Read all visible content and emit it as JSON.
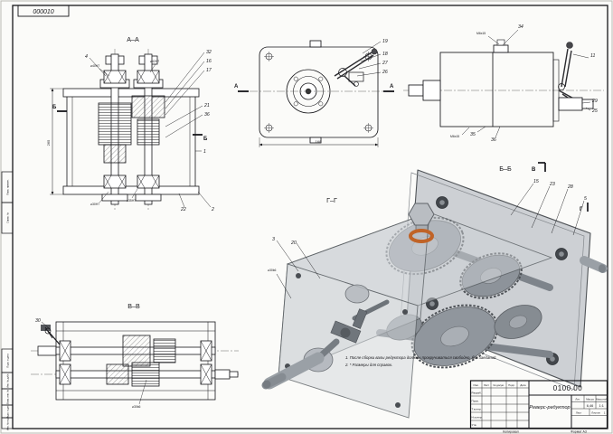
{
  "sheet": {
    "stamp": "000010",
    "copied": "Копировал",
    "format_note": "Формат A3"
  },
  "margin_labels": {
    "perv": "Перв. примен.",
    "sprav": "Справ. №",
    "podp1": "Подп. и дата",
    "inv_dubl": "Инв. № дубл.",
    "vzam": "Взам. инв. №",
    "podp2": "Подп. и дата",
    "inv_podl": "Инв. № подл."
  },
  "title_block": {
    "designation": "0100.00",
    "name": "Реверс-редуктор",
    "h_izm": "Изм.",
    "h_list": "Лист",
    "h_doc": "№ докум.",
    "h_podp": "Подп.",
    "h_data": "Дата",
    "r1": "Разраб.",
    "r2": "Пров.",
    "r3": "Т.контр.",
    "r4": "Н.контр.",
    "r5": "Утв.",
    "lit": "Лит.",
    "mass_h": "Масса",
    "scale_h": "Масштаб",
    "mass": "6,46",
    "scale": "1:1",
    "list_h": "Лист",
    "listov_h": "Листов",
    "listov_v": "1"
  },
  "notes": {
    "l1": "1. После сборки валы редуктора должны прокручиваться свободно, без заеданий.",
    "l2": "2. * Размеры для справок."
  },
  "view_aa": {
    "title": "А–А",
    "sec_left": "Б",
    "sec_right": "Б",
    "dim_height": "265",
    "dim1": "⌀40H7",
    "dim2": "⌀42H7",
    "dim3": "⌀35H7",
    "dim4": "⌀30H7",
    "c4": "4",
    "c32": "32",
    "c16": "16",
    "c17": "17",
    "c21": "21",
    "c36": "36",
    "c1": "1",
    "c22": "22",
    "c2": "2"
  },
  "view_front": {
    "sec_left": "А",
    "sec_right": "А",
    "dim_width": "168",
    "c19": "19",
    "c18": "18",
    "c27": "27",
    "c26": "26"
  },
  "view_side": {
    "bolt1": "М6х15",
    "bolt2": "М6х15",
    "c34": "34",
    "c11": "11",
    "c29": "29",
    "c25": "25",
    "c35": "35",
    "c36": "36"
  },
  "view_iso": {
    "title_bb": "Б–Б",
    "marker_v": "В",
    "title_gg": "Г–Г",
    "marker_g": "Г",
    "c15": "15",
    "c23": "23",
    "c28": "28",
    "c5": "5",
    "c3": "3",
    "c20": "20",
    "dim_shaft": "⌀30k6"
  },
  "view_vv": {
    "title": "В–В",
    "c30": "30",
    "dim": "⌀30k6"
  }
}
